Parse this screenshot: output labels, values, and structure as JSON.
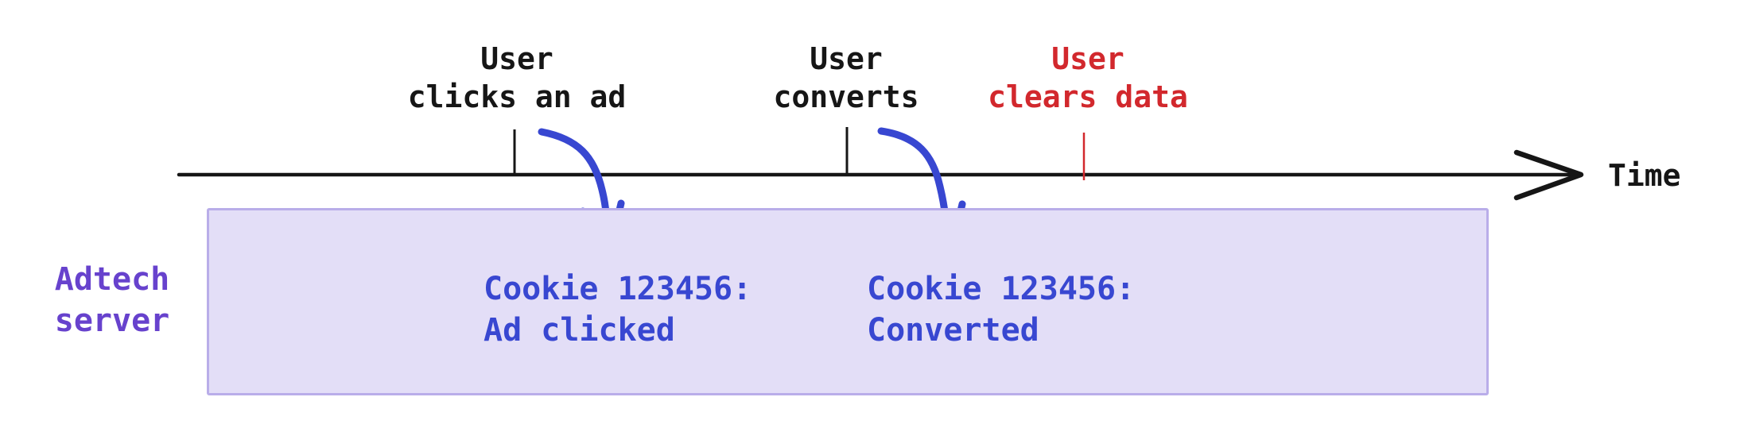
{
  "diagram": {
    "time_axis_label": "Time",
    "events": [
      {
        "id": "click",
        "line1": "User",
        "line2": "clicks an ad"
      },
      {
        "id": "convert",
        "line1": "User",
        "line2": "converts"
      },
      {
        "id": "clear",
        "line1": "User",
        "line2": "clears data"
      }
    ],
    "server": {
      "label_line1": "Adtech",
      "label_line2": "server",
      "records": [
        {
          "line1": "Cookie 123456:",
          "line2": "Ad clicked"
        },
        {
          "line1": "Cookie 123456:",
          "line2": "Converted"
        }
      ]
    },
    "colors": {
      "event_text": "#161616",
      "cleared_event_text": "#d2282d",
      "record_and_arrow_blue": "#3847d1",
      "server_label_purple": "#6742cd",
      "server_box_fill": "#e3def7",
      "server_box_border": "#b9ade9",
      "axis_black": "#161616"
    }
  }
}
